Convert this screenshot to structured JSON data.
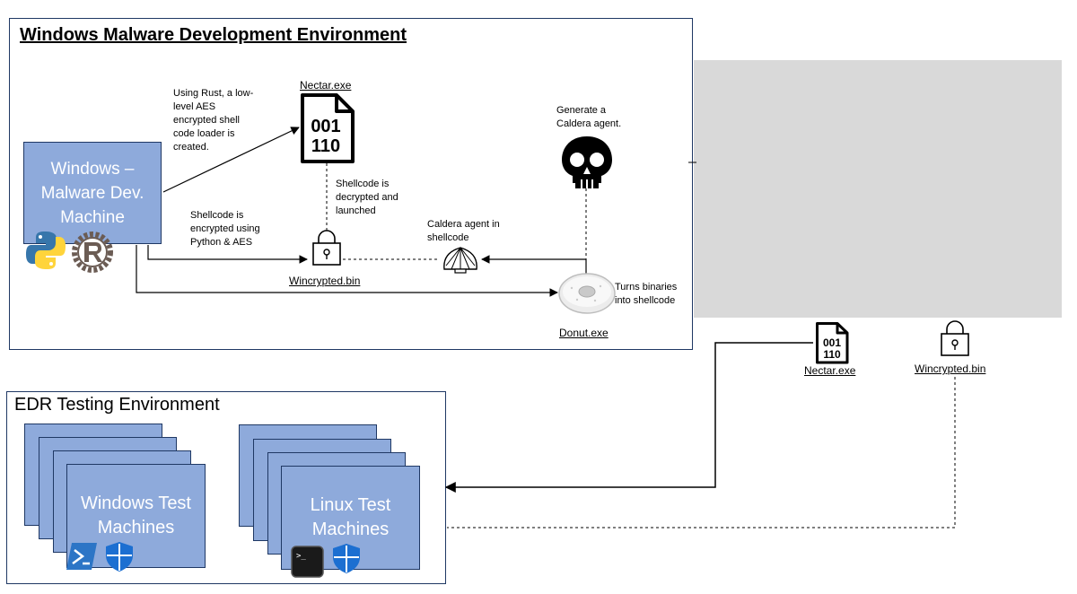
{
  "dev_env": {
    "title": "Windows Malware Development Environment",
    "machine_label": "Windows –\nMalware Dev.\nMachine",
    "notes": {
      "rust_loader": "Using Rust, a low-\nlevel AES\nencrypted shell\ncode loader is\ncreated.",
      "encrypt": "Shellcode is\nencrypted using\nPython & AES",
      "decrypt": "Shellcode is\ndecrypted and\nlaunched",
      "caldera_shellcode": "Caldera agent in\nshellcode",
      "generate_agent": "Generate a\nCaldera agent.",
      "donut": "Turns binaries\ninto shellcode"
    },
    "files": {
      "nectar": "Nectar.exe",
      "wincrypted": "Wincrypted.bin",
      "donut": "Donut.exe"
    },
    "binary_glyph": {
      "line1": "001",
      "line2": "110"
    }
  },
  "transfer": {
    "nectar": "Nectar.exe",
    "wincrypted": "Wincrypted.bin",
    "binary_glyph": {
      "line1": "001",
      "line2": "110"
    }
  },
  "edr_env": {
    "title": "EDR Testing Environment",
    "windows_label": "Windows Test\nMachines",
    "linux_label": "Linux Test\nMachines",
    "terminal_glyph": ">_"
  },
  "icons": [
    "python-logo",
    "rust-logo",
    "binary-file-icon",
    "lock-icon",
    "shell-icon",
    "skull-icon",
    "donut-icon",
    "powershell-icon",
    "defender-shield-icon",
    "terminal-icon"
  ],
  "colors": {
    "machine_fill": "#8eaadb",
    "machine_border": "#1f3864",
    "frame_border": "#1f3864",
    "redaction": "#d9d9d9",
    "powershell": "#2c75c6",
    "defender": "#1c6fd1"
  }
}
